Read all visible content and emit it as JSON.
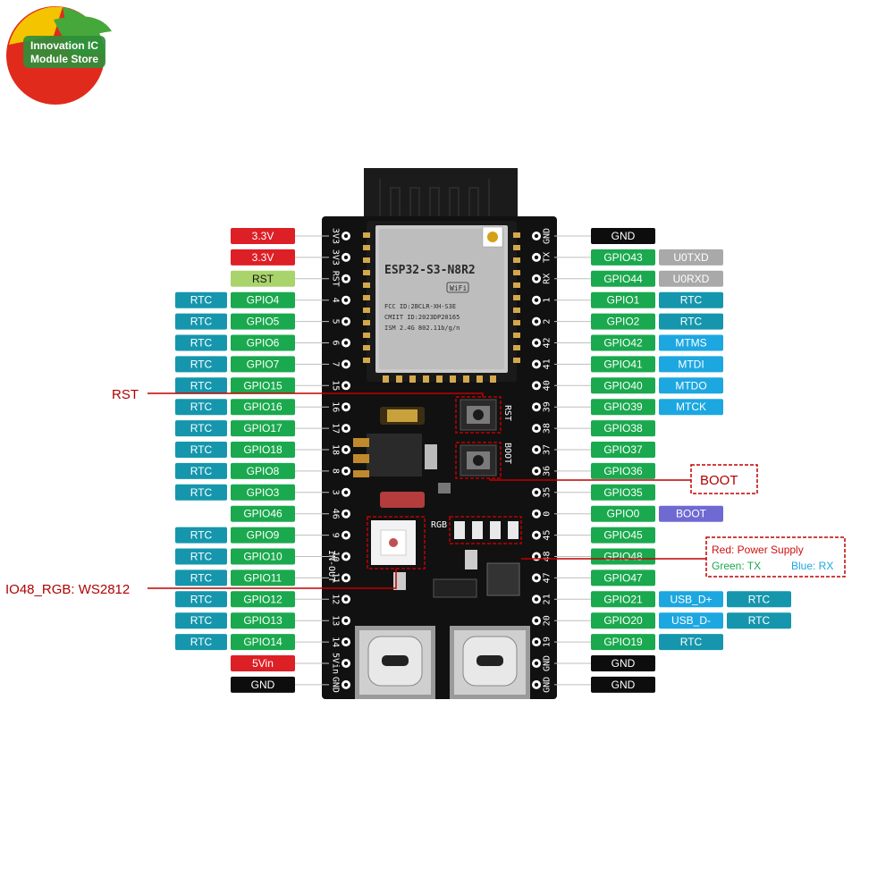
{
  "brand": {
    "logo_line1": "Innovation IC",
    "logo_line2": "Module Store"
  },
  "module": {
    "chip_name": "ESP32-S3-N8R2",
    "wifi_badge": "WiFi",
    "cert_line1": "FCC ID:2BCLR-XH-S3E",
    "cert_line2": "CMIIT ID:2023DP20165",
    "cert_line3": "ISM 2.4G  802.11b/g/n"
  },
  "board_silk": {
    "rst_button": "RST",
    "boot_button": "BOOT",
    "rgb": "RGB",
    "in_out": "IN-OUT",
    "left_pins": [
      "3V3",
      "3V3",
      "RST",
      "4",
      "5",
      "6",
      "7",
      "15",
      "16",
      "17",
      "18",
      "8",
      "3",
      "46",
      "9",
      "10",
      "11",
      "12",
      "13",
      "14",
      "5Vin",
      "GND"
    ],
    "right_pins": [
      "GND",
      "TX",
      "RX",
      "1",
      "2",
      "42",
      "41",
      "40",
      "39",
      "38",
      "37",
      "36",
      "35",
      "0",
      "45",
      "48",
      "47",
      "21",
      "20",
      "19",
      "GND",
      "GND"
    ]
  },
  "colors": {
    "rtc": "#1596ad",
    "gpio": "#1aa94e",
    "power": "#dd1f26",
    "gnd": "#0d0d0d",
    "rst": "#a9d46c",
    "uart": "#a9a9a9",
    "usb_jtag": "#1da7e0",
    "boot": "#6e6ad2",
    "pcb": "#111111",
    "callout": "#c00000"
  },
  "left_rows": [
    {
      "tags": [
        {
          "text": "3.3V",
          "kind": "power"
        }
      ]
    },
    {
      "tags": [
        {
          "text": "3.3V",
          "kind": "power"
        }
      ]
    },
    {
      "tags": [
        {
          "text": "RST",
          "kind": "rst"
        }
      ]
    },
    {
      "tags": [
        {
          "text": "RTC",
          "kind": "rtc"
        },
        {
          "text": "GPIO4",
          "kind": "gpio"
        }
      ]
    },
    {
      "tags": [
        {
          "text": "RTC",
          "kind": "rtc"
        },
        {
          "text": "GPIO5",
          "kind": "gpio"
        }
      ]
    },
    {
      "tags": [
        {
          "text": "RTC",
          "kind": "rtc"
        },
        {
          "text": "GPIO6",
          "kind": "gpio"
        }
      ]
    },
    {
      "tags": [
        {
          "text": "RTC",
          "kind": "rtc"
        },
        {
          "text": "GPIO7",
          "kind": "gpio"
        }
      ]
    },
    {
      "tags": [
        {
          "text": "RTC",
          "kind": "rtc"
        },
        {
          "text": "GPIO15",
          "kind": "gpio"
        }
      ]
    },
    {
      "tags": [
        {
          "text": "RTC",
          "kind": "rtc"
        },
        {
          "text": "GPIO16",
          "kind": "gpio"
        }
      ]
    },
    {
      "tags": [
        {
          "text": "RTC",
          "kind": "rtc"
        },
        {
          "text": "GPIO17",
          "kind": "gpio"
        }
      ]
    },
    {
      "tags": [
        {
          "text": "RTC",
          "kind": "rtc"
        },
        {
          "text": "GPIO18",
          "kind": "gpio"
        }
      ]
    },
    {
      "tags": [
        {
          "text": "RTC",
          "kind": "rtc"
        },
        {
          "text": "GPIO8",
          "kind": "gpio"
        }
      ]
    },
    {
      "tags": [
        {
          "text": "RTC",
          "kind": "rtc"
        },
        {
          "text": "GPIO3",
          "kind": "gpio"
        }
      ]
    },
    {
      "tags": [
        {
          "text": "GPIO46",
          "kind": "gpio"
        }
      ]
    },
    {
      "tags": [
        {
          "text": "RTC",
          "kind": "rtc"
        },
        {
          "text": "GPIO9",
          "kind": "gpio"
        }
      ]
    },
    {
      "tags": [
        {
          "text": "RTC",
          "kind": "rtc"
        },
        {
          "text": "GPIO10",
          "kind": "gpio"
        }
      ]
    },
    {
      "tags": [
        {
          "text": "RTC",
          "kind": "rtc"
        },
        {
          "text": "GPIO11",
          "kind": "gpio"
        }
      ]
    },
    {
      "tags": [
        {
          "text": "RTC",
          "kind": "rtc"
        },
        {
          "text": "GPIO12",
          "kind": "gpio"
        }
      ]
    },
    {
      "tags": [
        {
          "text": "RTC",
          "kind": "rtc"
        },
        {
          "text": "GPIO13",
          "kind": "gpio"
        }
      ]
    },
    {
      "tags": [
        {
          "text": "RTC",
          "kind": "rtc"
        },
        {
          "text": "GPIO14",
          "kind": "gpio"
        }
      ]
    },
    {
      "tags": [
        {
          "text": "5Vin",
          "kind": "power"
        }
      ]
    },
    {
      "tags": [
        {
          "text": "GND",
          "kind": "gnd"
        }
      ]
    }
  ],
  "right_rows": [
    {
      "tags": [
        {
          "text": "GND",
          "kind": "gnd"
        }
      ]
    },
    {
      "tags": [
        {
          "text": "GPIO43",
          "kind": "gpio"
        },
        {
          "text": "U0TXD",
          "kind": "uart"
        }
      ]
    },
    {
      "tags": [
        {
          "text": "GPIO44",
          "kind": "gpio"
        },
        {
          "text": "U0RXD",
          "kind": "uart"
        }
      ]
    },
    {
      "tags": [
        {
          "text": "GPIO1",
          "kind": "gpio"
        },
        {
          "text": "RTC",
          "kind": "rtc"
        }
      ]
    },
    {
      "tags": [
        {
          "text": "GPIO2",
          "kind": "gpio"
        },
        {
          "text": "RTC",
          "kind": "rtc"
        }
      ]
    },
    {
      "tags": [
        {
          "text": "GPIO42",
          "kind": "gpio"
        },
        {
          "text": "MTMS",
          "kind": "usb_jtag"
        }
      ]
    },
    {
      "tags": [
        {
          "text": "GPIO41",
          "kind": "gpio"
        },
        {
          "text": "MTDI",
          "kind": "usb_jtag"
        }
      ]
    },
    {
      "tags": [
        {
          "text": "GPIO40",
          "kind": "gpio"
        },
        {
          "text": "MTDO",
          "kind": "usb_jtag"
        }
      ]
    },
    {
      "tags": [
        {
          "text": "GPIO39",
          "kind": "gpio"
        },
        {
          "text": "MTCK",
          "kind": "usb_jtag"
        }
      ]
    },
    {
      "tags": [
        {
          "text": "GPIO38",
          "kind": "gpio"
        }
      ]
    },
    {
      "tags": [
        {
          "text": "GPIO37",
          "kind": "gpio"
        }
      ]
    },
    {
      "tags": [
        {
          "text": "GPIO36",
          "kind": "gpio"
        }
      ]
    },
    {
      "tags": [
        {
          "text": "GPIO35",
          "kind": "gpio"
        }
      ]
    },
    {
      "tags": [
        {
          "text": "GPIO0",
          "kind": "gpio"
        },
        {
          "text": "BOOT",
          "kind": "boot"
        }
      ]
    },
    {
      "tags": [
        {
          "text": "GPIO45",
          "kind": "gpio"
        }
      ]
    },
    {
      "tags": [
        {
          "text": "GPIO48",
          "kind": "gpio"
        }
      ]
    },
    {
      "tags": [
        {
          "text": "GPIO47",
          "kind": "gpio"
        }
      ]
    },
    {
      "tags": [
        {
          "text": "GPIO21",
          "kind": "gpio"
        },
        {
          "text": "USB_D+",
          "kind": "usb_jtag"
        },
        {
          "text": "RTC",
          "kind": "rtc"
        }
      ]
    },
    {
      "tags": [
        {
          "text": "GPIO20",
          "kind": "gpio"
        },
        {
          "text": "USB_D-",
          "kind": "usb_jtag"
        },
        {
          "text": "RTC",
          "kind": "rtc"
        }
      ]
    },
    {
      "tags": [
        {
          "text": "GPIO19",
          "kind": "gpio"
        },
        {
          "text": "RTC",
          "kind": "rtc"
        }
      ]
    },
    {
      "tags": [
        {
          "text": "GND",
          "kind": "gnd"
        }
      ]
    },
    {
      "tags": [
        {
          "text": "GND",
          "kind": "gnd"
        }
      ]
    }
  ],
  "callouts": {
    "rst": "RST",
    "boot": "BOOT",
    "rgb": "IO48_RGB: WS2812"
  },
  "led_legend": {
    "line1": "Red: Power Supply",
    "green": "Green: TX",
    "blue": "Blue: RX",
    "line1_color": "#d01010",
    "green_color": "#1aa94e",
    "blue_color": "#1da7e0"
  }
}
